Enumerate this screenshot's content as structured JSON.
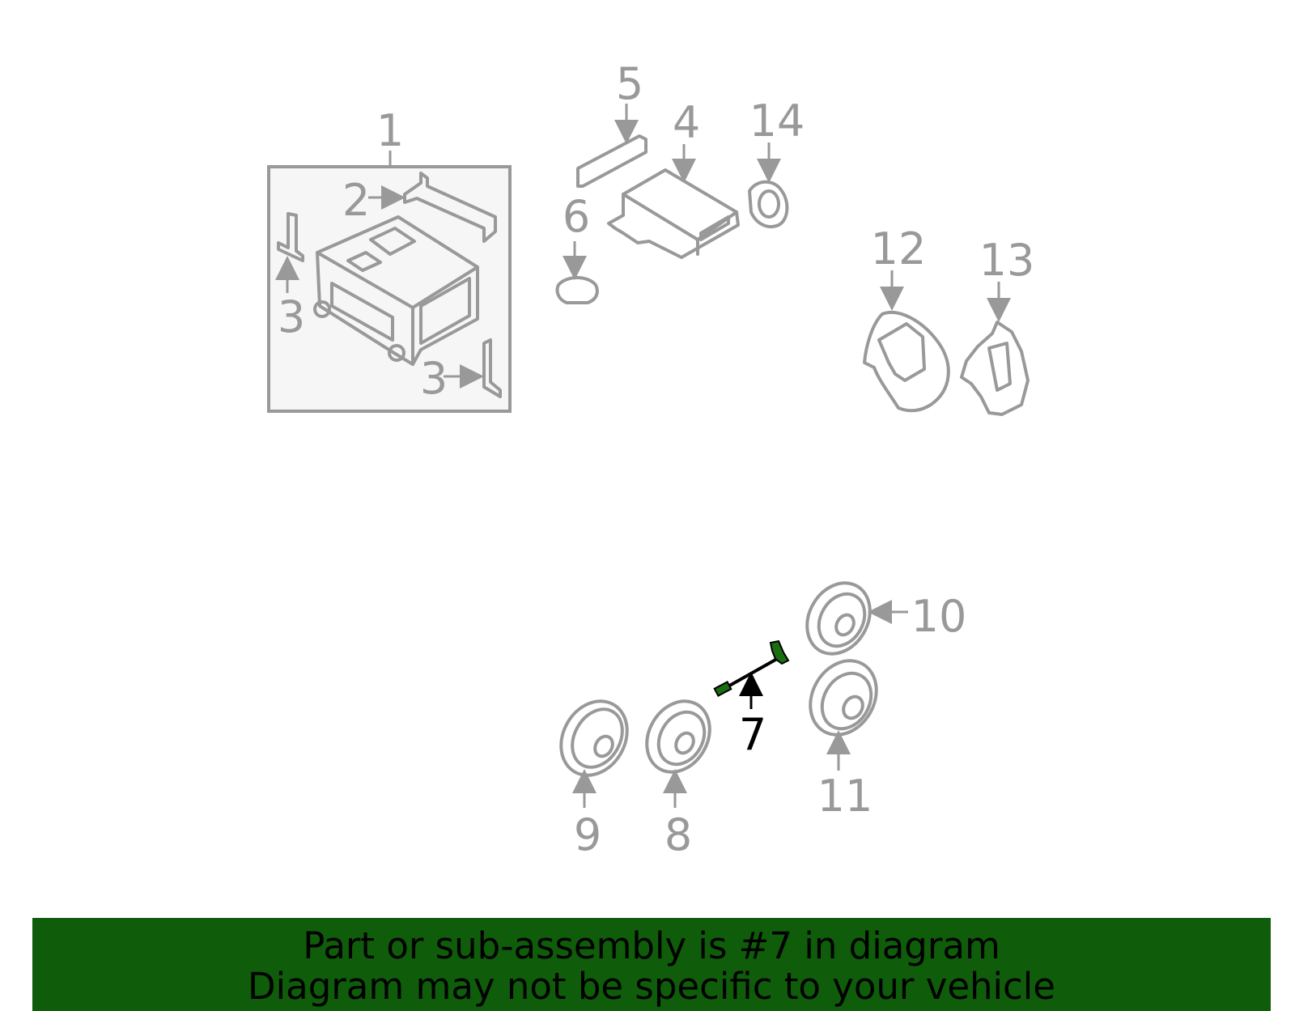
{
  "diagram": {
    "highlighted_part": "7",
    "colors": {
      "part_line": "#999999",
      "highlight": "#1a6e12",
      "banner_bg": "#0f5c0a",
      "box_fill": "#f6f6f6"
    },
    "callouts": {
      "c1": "1",
      "c2": "2",
      "c3a": "3",
      "c3b": "3",
      "c4": "4",
      "c5": "5",
      "c6": "6",
      "c7": "7",
      "c8": "8",
      "c9": "9",
      "c10": "10",
      "c11": "11",
      "c12": "12",
      "c13": "13",
      "c14": "14"
    }
  },
  "banner": {
    "line1": "Part or sub-assembly is #7 in diagram",
    "line2": "Diagram may not be specific to your vehicle"
  }
}
